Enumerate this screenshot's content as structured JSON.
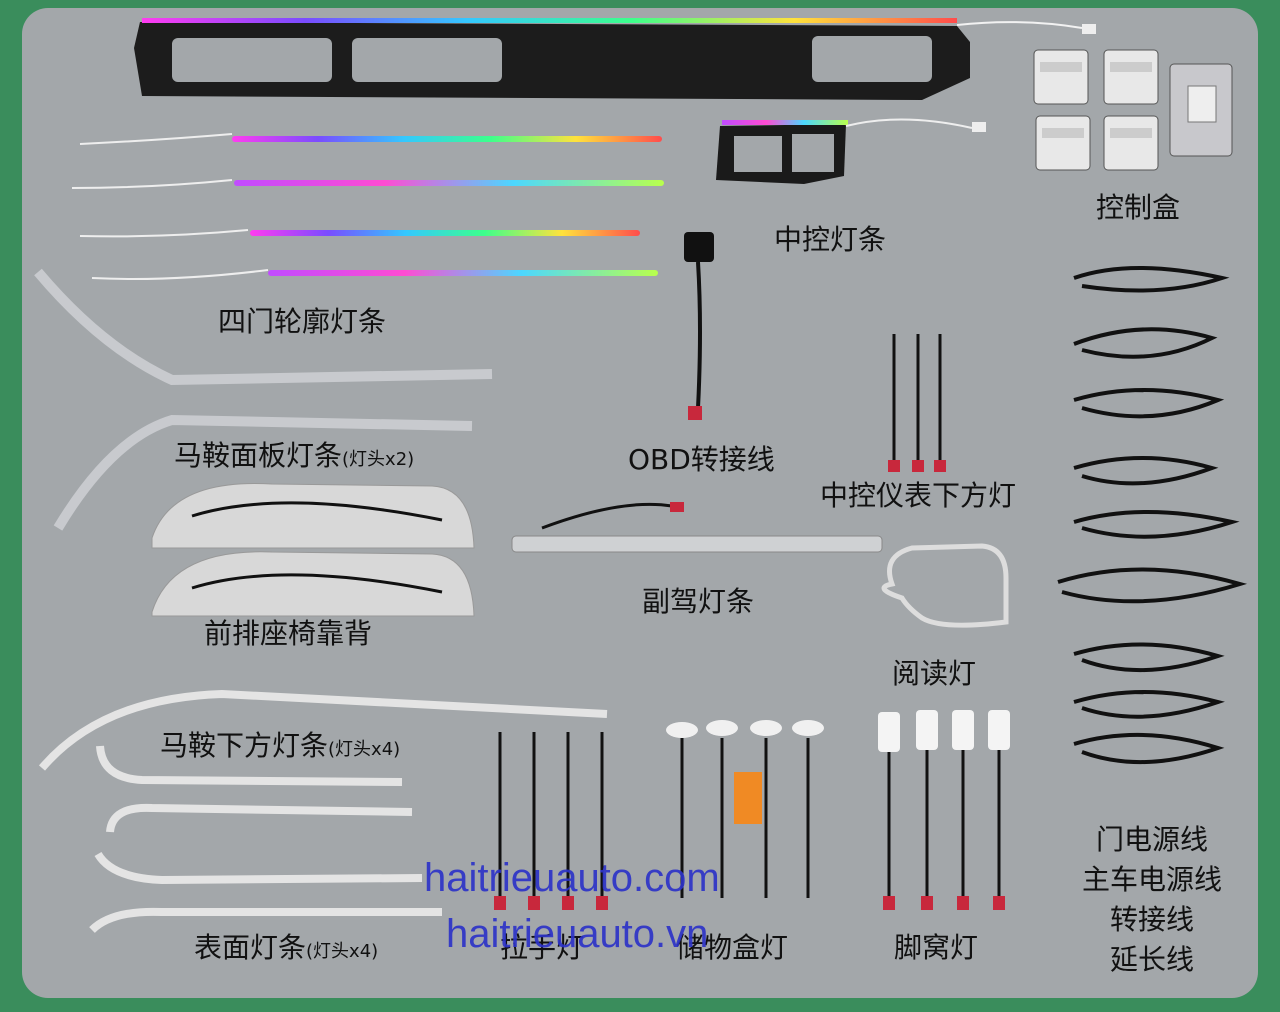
{
  "labels": {
    "control_box": "控制盒",
    "center_console_strip": "中控灯条",
    "four_door_strip": "四门轮廓灯条",
    "saddle_panel_strip": "马鞍面板灯条",
    "saddle_panel_note": "(灯头x2)",
    "obd_adapter": "OBD转接线",
    "dash_lower_light": "中控仪表下方灯",
    "passenger_strip": "副驾灯条",
    "front_seat_back": "前排座椅靠背",
    "reading_light": "阅读灯",
    "saddle_lower_strip": "马鞍下方灯条",
    "saddle_lower_note": "(灯头x4)",
    "surface_strip": "表面灯条",
    "surface_note": "(灯头x4)",
    "handle_light": "拉手灯",
    "storage_box_light": "储物盒灯",
    "footwell_light": "脚窝灯",
    "cable_list": [
      "门电源线",
      "主车电源线",
      "转接线",
      "延长线"
    ]
  },
  "watermark": {
    "line1": "haitrieuauto.com",
    "line2": "haitrieuauto.vn"
  },
  "colors": {
    "frame": "#3a8d5c",
    "panel": "#a3a7aa",
    "watermark": "#2d33c8"
  }
}
